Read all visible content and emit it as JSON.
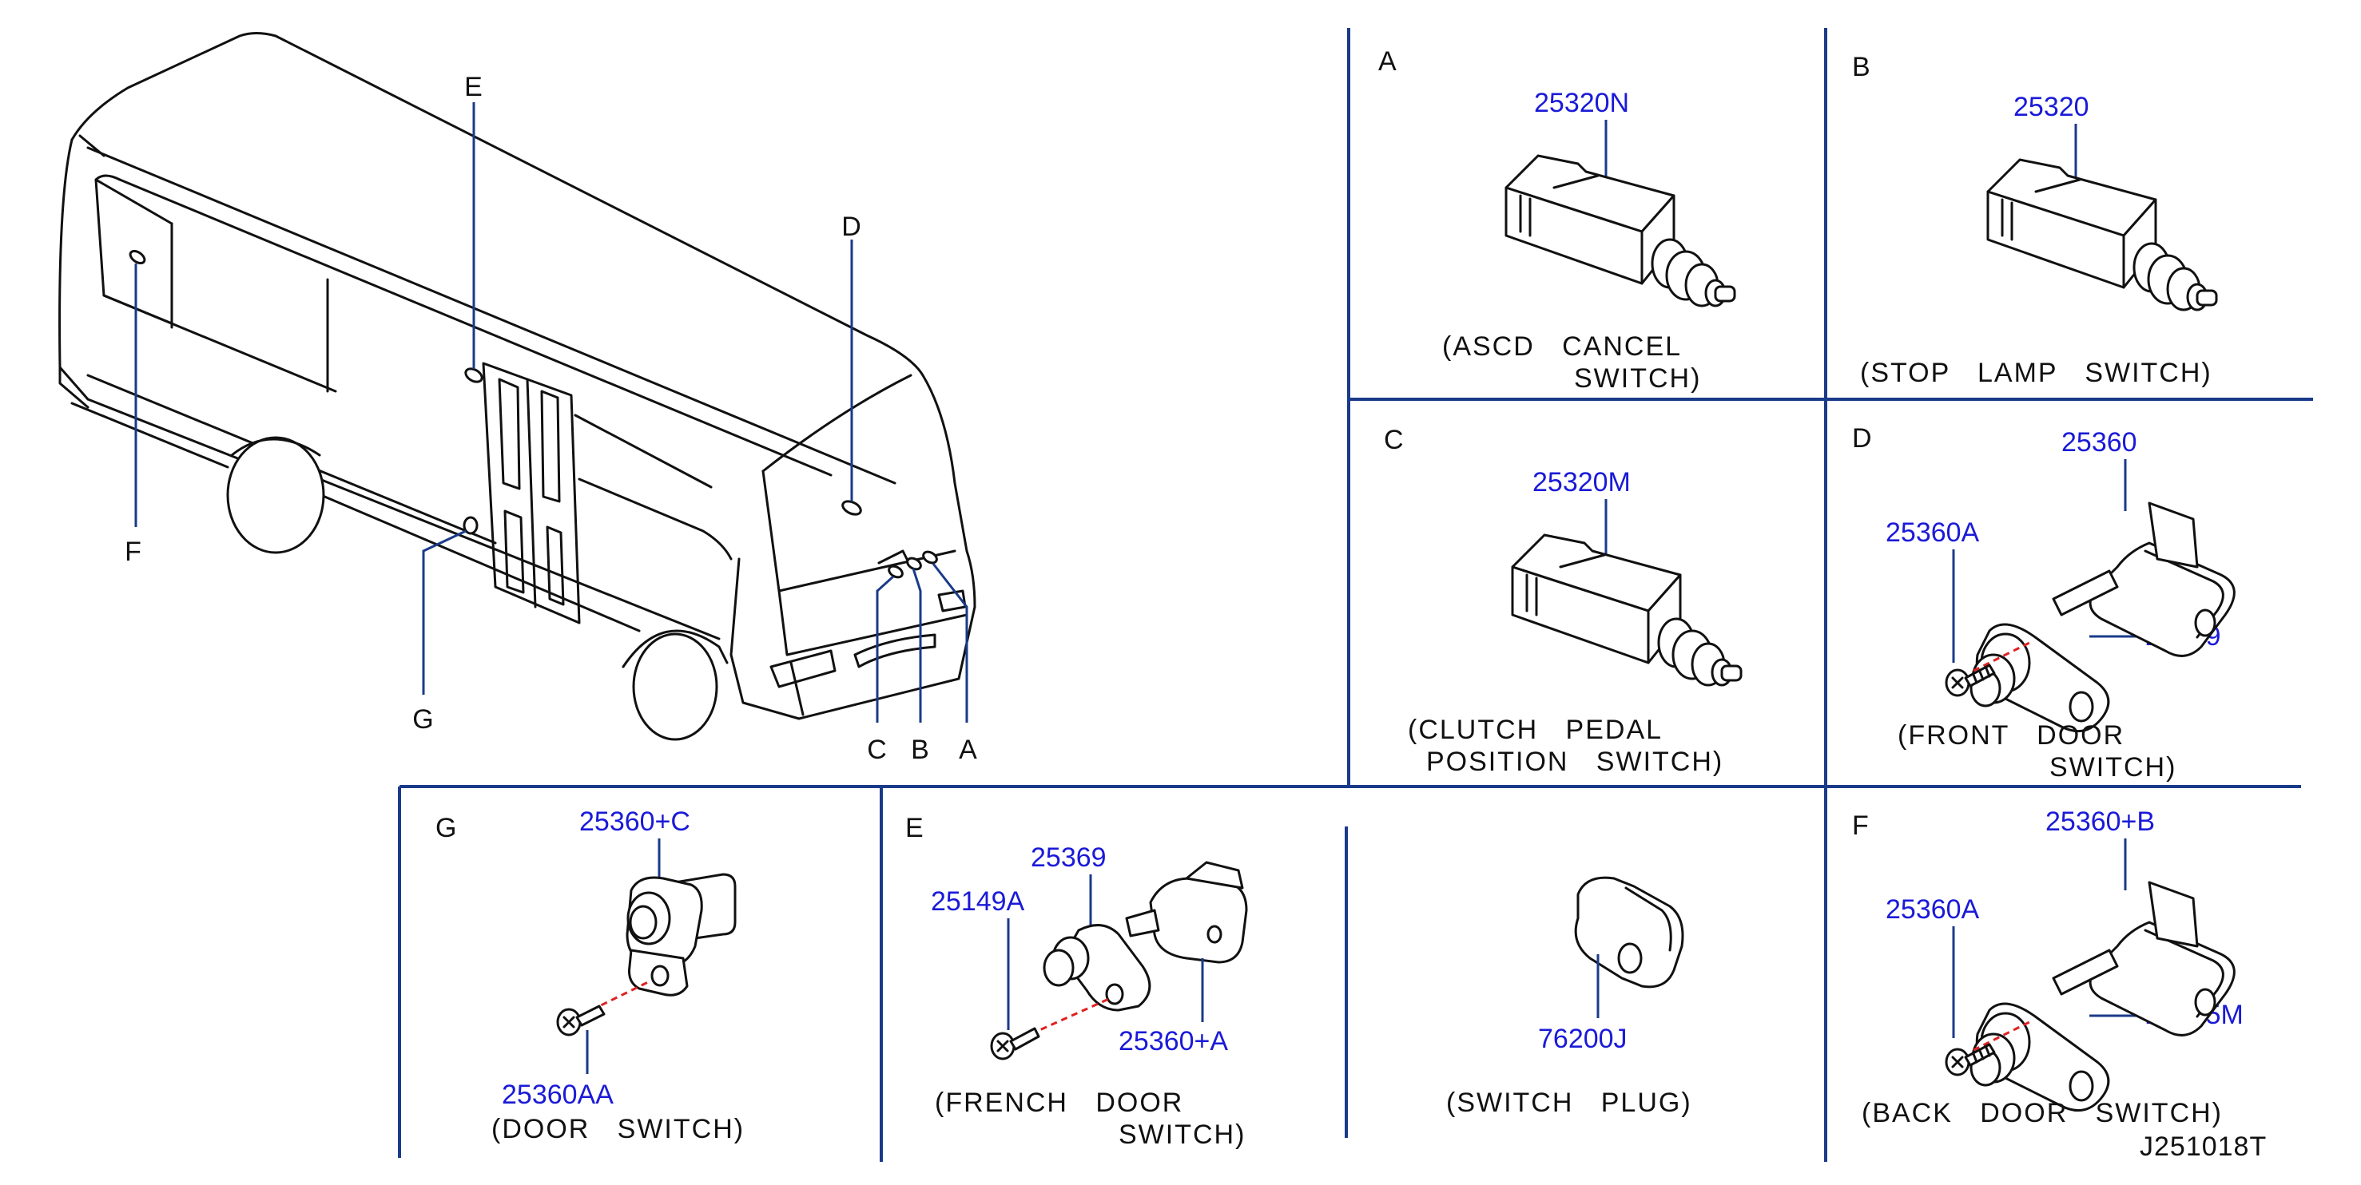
{
  "vehicle_labels": {
    "a": "A",
    "b": "B",
    "c": "C",
    "d": "D",
    "e": "E",
    "f": "F",
    "g": "G"
  },
  "panels": {
    "a": {
      "letter": "A",
      "part": "25320N",
      "caption1": "(ASCD   CANCEL",
      "caption2": "SWITCH)"
    },
    "b": {
      "letter": "B",
      "part": "25320",
      "caption1": "(STOP   LAMP   SWITCH)"
    },
    "c": {
      "letter": "C",
      "part": "25320M",
      "caption1": "(CLUTCH   PEDAL",
      "caption2": "POSITION   SWITCH)"
    },
    "d": {
      "letter": "D",
      "part1": "25360",
      "part2": "25360A",
      "part3": "25369",
      "caption1": "(FRONT   DOOR",
      "caption2": "SWITCH)"
    },
    "g": {
      "letter": "G",
      "part1": "25360+C",
      "part2": "25360AA",
      "caption1": "(DOOR   SWITCH)"
    },
    "e": {
      "letter": "E",
      "part1": "25369",
      "part2": "25149A",
      "part3": "25360+A",
      "caption1": "(FRENCH   DOOR",
      "caption2": "SWITCH)"
    },
    "plug": {
      "part": "76200J",
      "caption1": "(SWITCH   PLUG)"
    },
    "f": {
      "letter": "F",
      "part1": "25360+B",
      "part2": "25360A",
      "part3": "25515M",
      "caption1": "(BACK   DOOR   SWITCH)"
    }
  },
  "diagram_code": "J251018T",
  "colors": {
    "part_number": "#1a1ad8",
    "grid_line": "#1a3a8a",
    "dashed_guide": "#e02020",
    "ink": "#111111"
  }
}
